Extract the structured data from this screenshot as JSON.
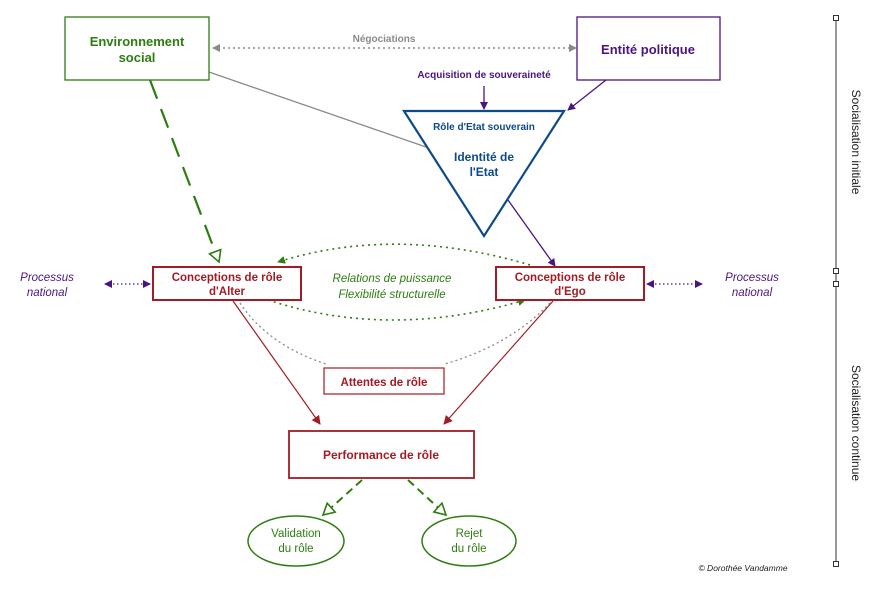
{
  "nodes": {
    "env_social": {
      "line1": "Environnement",
      "line2": "social"
    },
    "entite_politique": {
      "label": "Entité politique"
    },
    "identite_etat": {
      "top": "Rôle d'Etat souverain",
      "line1": "Identité de",
      "line2": "l'Etat"
    },
    "alter": {
      "line1": "Conceptions de rôle",
      "line2": "d'Alter"
    },
    "ego": {
      "line1": "Conceptions de rôle",
      "line2": "d'Ego"
    },
    "attentes": {
      "label": "Attentes de rôle"
    },
    "performance": {
      "label": "Performance de rôle"
    },
    "validation": {
      "line1": "Validation",
      "line2": "du rôle"
    },
    "rejet": {
      "line1": "Rejet",
      "line2": "du rôle"
    }
  },
  "labels": {
    "negociations": "Négociations",
    "acquisition": "Acquisition de souveraineté",
    "relations_puissance": "Relations de puissance",
    "flexibilite": "Flexibilité structurelle",
    "processus_left_1": "Processus",
    "processus_left_2": "national",
    "processus_right_1": "Processus",
    "processus_right_2": "national"
  },
  "side_labels": {
    "top": "Socialisation initiale",
    "bottom": "Socialisation continue"
  },
  "copyright": "© Dorothée Vandamme",
  "colors": {
    "green": "#2e7d12",
    "purple": "#4a1580",
    "blue": "#0d4a8c",
    "red": "#a31c25",
    "gray": "#8a8a8a"
  }
}
